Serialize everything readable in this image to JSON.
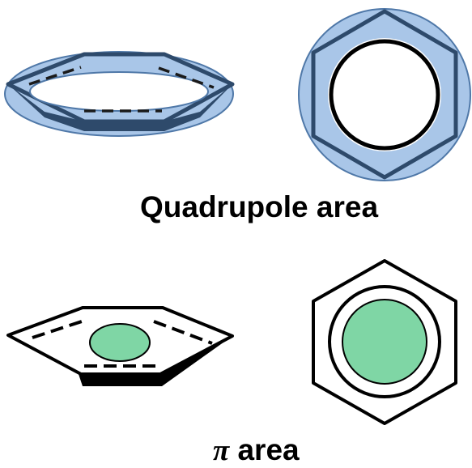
{
  "labels": {
    "quadrupole": "Quadrupole area",
    "pi_symbol": "π",
    "pi_word": " area"
  },
  "colors": {
    "quadrupole_fill": "#a9c6e8",
    "quadrupole_stroke": "#2e4a6b",
    "pi_fill": "#7fd6a5",
    "outline": "#000000"
  }
}
